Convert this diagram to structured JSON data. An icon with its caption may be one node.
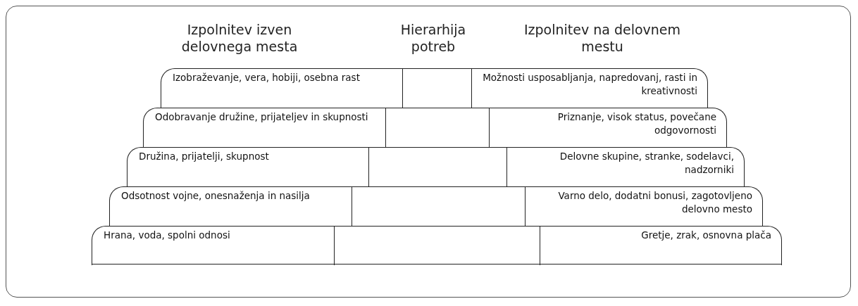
{
  "diagram": {
    "nodes": [
      {
        "text": [
          "Izobraževanje, vera, hobiji, osebna rast",
          "Možnosti usposabljanja, napredovanj, rasti in kreativnosti"
        ]
      },
      {
        "text": [
          "Odobravanje družine, prijateljev in skupnosti",
          "Priznanje, visok status, povečane odgovornosti"
        ]
      },
      {
        "text": [
          "Družina, prijatelji, skupnost",
          "Delovne skupine, stranke, sodelavci, nadzorniki"
        ]
      },
      {
        "text": [
          "Odsotnost vojne, onesnaženja in nasilja",
          "Varno delo, dodatni bonusi, zagotovljeno delovno mesto"
        ]
      },
      {
        "text": [
          "Hrana, voda, spolni odnosi",
          "Gretje, zrak, osnovna plača"
        ]
      }
    ],
    "labels": [
      "Izpolnitev izven delovnega mesta",
      "Hierarhija potreb",
      "Izpolnitev na delovnem mestu"
    ]
  }
}
